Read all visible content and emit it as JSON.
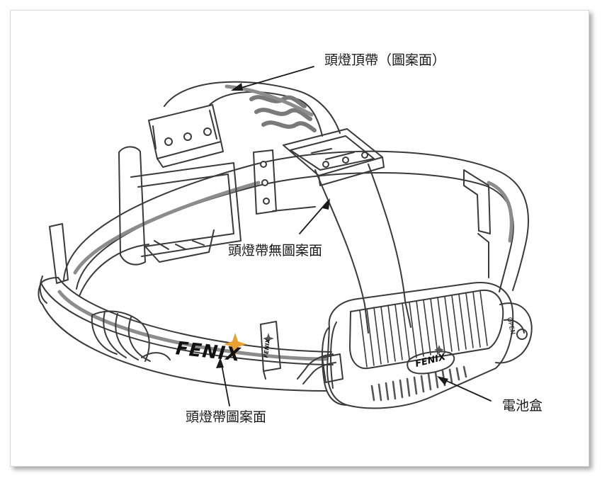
{
  "callouts": {
    "top_strap": "頭燈頂帶（圖案面）",
    "strap_plain": "頭燈帶無圖案面",
    "strap_pattern": "頭燈帶圖案面",
    "battery_box": "電池盒"
  },
  "brand": {
    "logo_main": "FENIX",
    "logo_small": "FENIX",
    "battery_open": "OPEN"
  },
  "colors": {
    "line": "#3a3a3a",
    "stripe": "#8c8c8c",
    "accent": "#e8a033"
  }
}
